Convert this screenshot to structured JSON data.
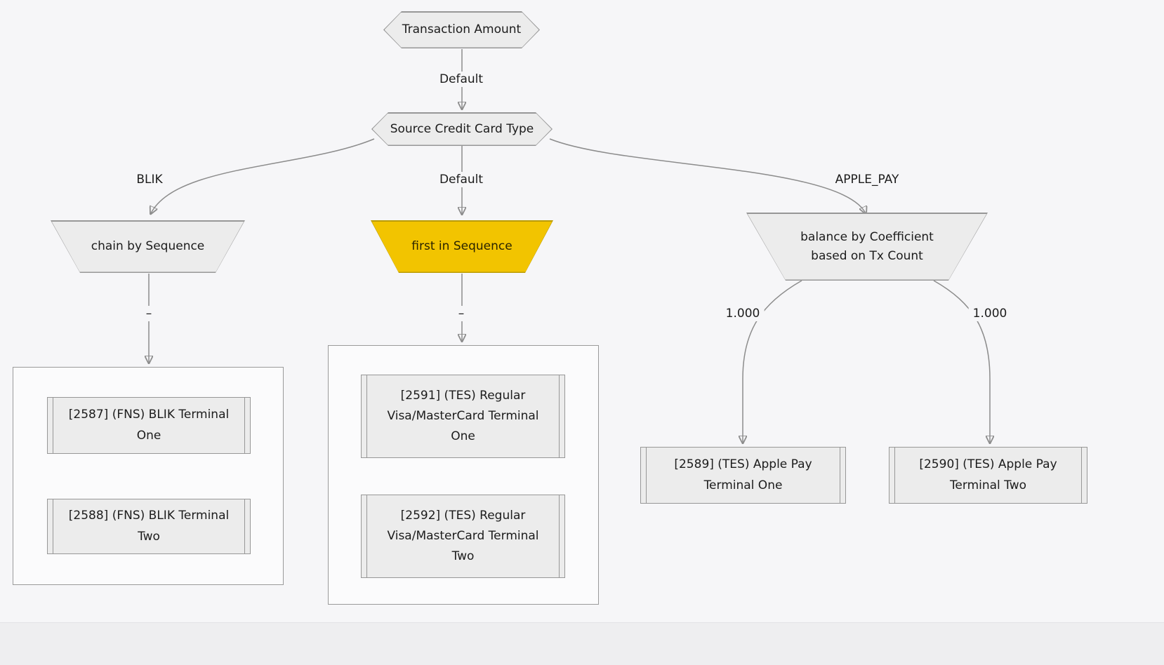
{
  "colors": {
    "background": "#f6f6f8",
    "node_fill": "#ececec",
    "node_border": "#979797",
    "edge": "#8c8c8c",
    "highlight_fill": "#f2c400",
    "highlight_border": "#b99b00",
    "container_fill": "#fbfbfc",
    "text": "#1c1c1c"
  },
  "nodes": {
    "transaction_amount": {
      "label": "Transaction Amount",
      "shape": "hexagon"
    },
    "source_credit_card_type": {
      "label": "Source Credit Card Type",
      "shape": "hexagon"
    },
    "chain_by_sequence": {
      "label": "chain by Sequence",
      "shape": "trapezoid"
    },
    "first_in_sequence": {
      "label": "first in Sequence",
      "shape": "trapezoid",
      "highlighted": true
    },
    "balance_by_coefficient": {
      "label": "balance by Coefficient\nbased on Tx Count",
      "shape": "trapezoid"
    },
    "terminal_2587": {
      "label": "[2587] (FNS) BLIK Terminal\nOne",
      "shape": "subroutine"
    },
    "terminal_2588": {
      "label": "[2588] (FNS) BLIK Terminal\nTwo",
      "shape": "subroutine"
    },
    "terminal_2591": {
      "label": "[2591] (TES) Regular\nVisa/MasterCard Terminal\nOne",
      "shape": "subroutine"
    },
    "terminal_2592": {
      "label": "[2592] (TES) Regular\nVisa/MasterCard Terminal\nTwo",
      "shape": "subroutine"
    },
    "terminal_2589": {
      "label": "[2589] (TES) Apple Pay\nTerminal One",
      "shape": "subroutine"
    },
    "terminal_2590": {
      "label": "[2590] (TES) Apple Pay\nTerminal Two",
      "shape": "subroutine"
    }
  },
  "edges": {
    "amount_default": {
      "label": "Default"
    },
    "card_blik": {
      "label": "BLIK"
    },
    "card_default": {
      "label": "Default"
    },
    "card_apple_pay": {
      "label": "APPLE_PAY"
    },
    "chain_dash": {
      "label": "–"
    },
    "first_dash": {
      "label": "–"
    },
    "balance_left_weight": {
      "label": "1.000"
    },
    "balance_right_weight": {
      "label": "1.000"
    }
  }
}
